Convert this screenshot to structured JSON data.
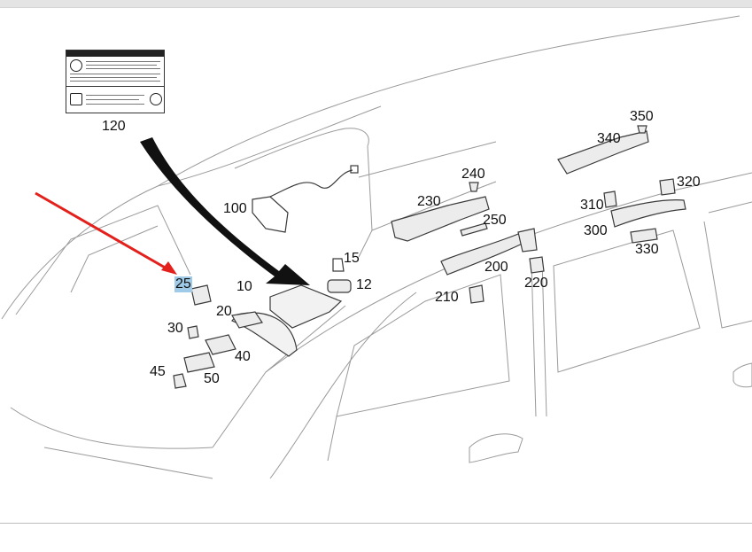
{
  "callouts": [
    {
      "id": "120",
      "label": "120"
    },
    {
      "id": "100",
      "label": "100"
    },
    {
      "id": "25",
      "label": "25",
      "highlighted": true
    },
    {
      "id": "10",
      "label": "10"
    },
    {
      "id": "15",
      "label": "15"
    },
    {
      "id": "12",
      "label": "12"
    },
    {
      "id": "20",
      "label": "20"
    },
    {
      "id": "30",
      "label": "30"
    },
    {
      "id": "40",
      "label": "40"
    },
    {
      "id": "45",
      "label": "45"
    },
    {
      "id": "50",
      "label": "50"
    },
    {
      "id": "240",
      "label": "240"
    },
    {
      "id": "230",
      "label": "230"
    },
    {
      "id": "250",
      "label": "250"
    },
    {
      "id": "200",
      "label": "200"
    },
    {
      "id": "210",
      "label": "210"
    },
    {
      "id": "220",
      "label": "220"
    },
    {
      "id": "350",
      "label": "350"
    },
    {
      "id": "340",
      "label": "340"
    },
    {
      "id": "320",
      "label": "320"
    },
    {
      "id": "310",
      "label": "310"
    },
    {
      "id": "300",
      "label": "300"
    },
    {
      "id": "330",
      "label": "330"
    }
  ],
  "colors": {
    "line": "#8a8a8a",
    "part": "#3a3a3a",
    "pointer_red": "#e3201b",
    "pointer_black": "#111111",
    "highlight": "#9fcbe8"
  }
}
